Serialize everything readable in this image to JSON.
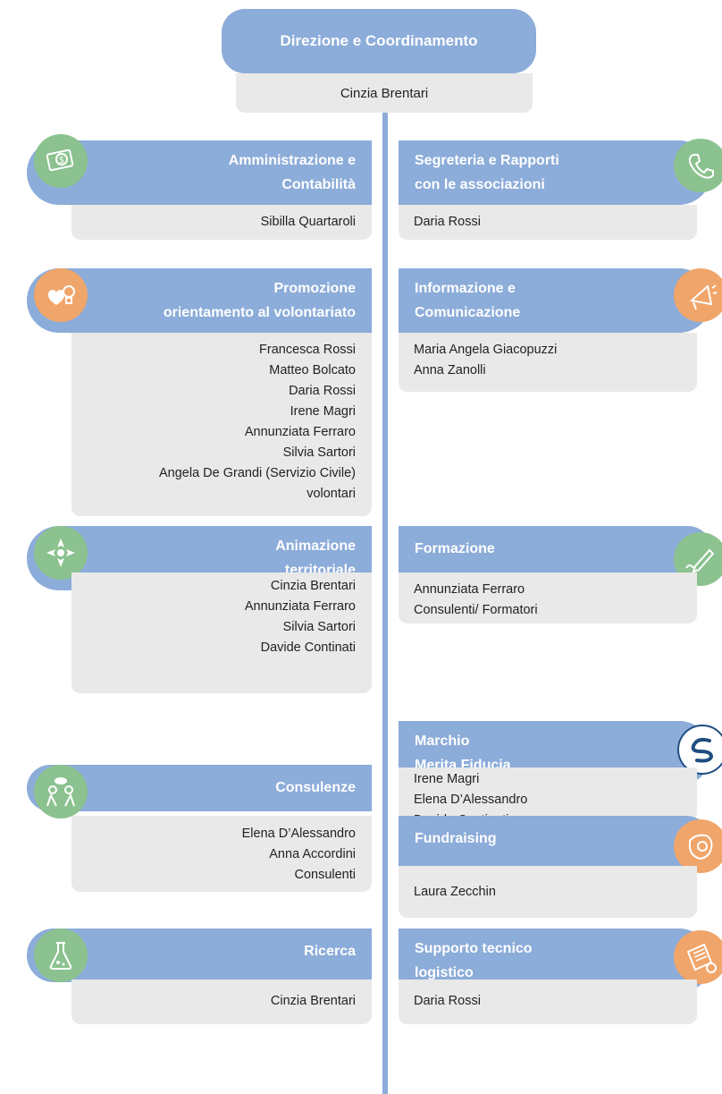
{
  "header": {
    "title": "Direzione e Coordinamento",
    "person": "Cinzia Brentari"
  },
  "colors": {
    "header_blue": "#8cacd9",
    "box_grey": "#e9e9e9",
    "icon_green": "#8bc28f",
    "icon_orange": "#f0a56a",
    "logo_navy": "#1f4d80"
  },
  "left": [
    {
      "title_lines": [
        "Amministrazione e",
        "Contabilità"
      ],
      "people": [
        "Sibilla Quartaroli"
      ],
      "icon": "money-icon"
    },
    {
      "title_lines": [
        "Promozione",
        "orientamento al volontariato"
      ],
      "people": [
        "Francesca Rossi",
        "Matteo Bolcato",
        "Daria Rossi",
        "Irene Magri",
        "Annunziata Ferraro",
        "Silvia Sartori",
        "Angela De Grandi (Servizio Civile)",
        "volontari"
      ],
      "icon": "heart-bulb-icon"
    },
    {
      "title_lines": [
        "Animazione",
        "territoriale"
      ],
      "people": [
        "Cinzia Brentari",
        "Annunziata Ferraro",
        "Silvia Sartori",
        "Davide Continati"
      ],
      "icon": "hands-circle-icon"
    },
    {
      "title_lines": [
        "Consulenze"
      ],
      "people": [
        "Elena D’Alessandro",
        "Anna Accordini",
        "Consulenti"
      ],
      "icon": "people-talk-icon"
    },
    {
      "title_lines": [
        "Ricerca"
      ],
      "people": [
        "Cinzia Brentari"
      ],
      "icon": "flask-icon"
    }
  ],
  "right": [
    {
      "title_lines": [
        "Segreteria e Rapporti",
        "con le associazioni"
      ],
      "people": [
        "Daria Rossi"
      ],
      "icon": "phone-icon"
    },
    {
      "title_lines": [
        "Informazione e",
        "Comunicazione"
      ],
      "people": [
        "Maria Angela Giacopuzzi",
        "Anna Zanolli"
      ],
      "icon": "megaphone-icon"
    },
    {
      "title_lines": [
        "Formazione"
      ],
      "people": [
        "Annunziata Ferraro",
        "Consulenti/ Formatori"
      ],
      "icon": "pen-icon"
    },
    {
      "title_lines": [
        "Marchio",
        "Merita Fiducia"
      ],
      "people": [
        "Irene Magri",
        "Elena D’Alessandro",
        "Davide Continati"
      ],
      "icon": "trust-logo-icon"
    },
    {
      "title_lines": [
        "Fundraising"
      ],
      "people": [
        "Laura Zecchin"
      ],
      "icon": "coin-hand-icon"
    },
    {
      "title_lines": [
        "Supporto tecnico",
        "logistico"
      ],
      "people": [
        "Daria Rossi"
      ],
      "icon": "document-gear-icon"
    }
  ]
}
